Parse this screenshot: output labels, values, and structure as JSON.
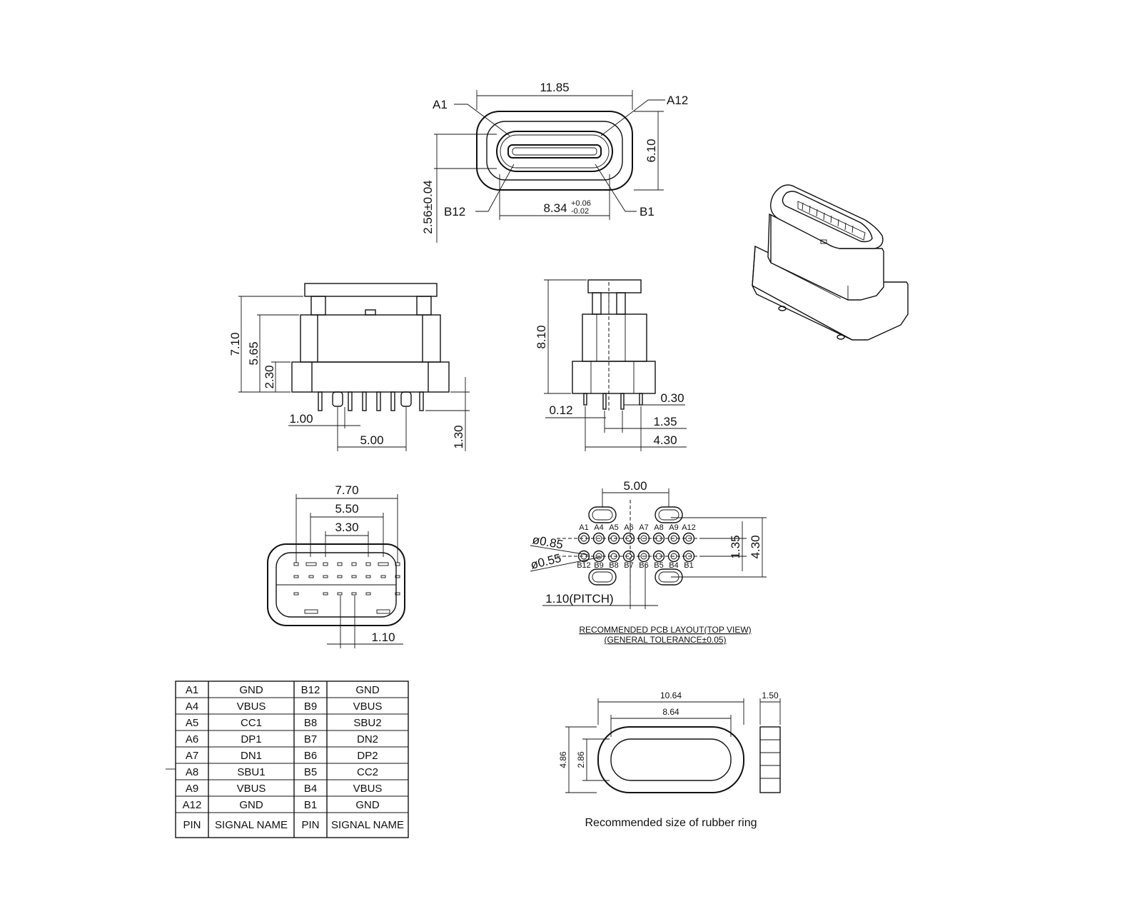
{
  "front_view": {
    "dim_width": "11.85",
    "dim_height": "6.10",
    "dim_inner_width": "8.34",
    "dim_inner_width_tol_plus": "+0.06",
    "dim_inner_width_tol_minus": "-0.02",
    "dim_inner_height": "2.56±0.04",
    "pin_a1": "A1",
    "pin_a12": "A12",
    "pin_b12": "B12",
    "pin_b1": "B1"
  },
  "side_view": {
    "dim_total_height": "7.10",
    "dim_body_height": "5.65",
    "dim_flange_height": "2.30",
    "dim_leg_length": "1.30",
    "dim_pitch": "1.00",
    "dim_span": "5.00"
  },
  "end_view": {
    "dim_height": "8.10",
    "dim_pin_width": "0.30",
    "dim_pin_gap": "0.12",
    "dim_row_spacing": "1.35",
    "dim_depth": "4.30"
  },
  "bottom_view": {
    "dim_outer": "7.70",
    "dim_middle": "5.50",
    "dim_inner": "3.30",
    "dim_pitch": "1.10"
  },
  "pcb_layout": {
    "dim_span": "5.00",
    "dim_hole_large": "ø0.85",
    "dim_hole_small": "ø0.55",
    "dim_row": "1.35",
    "dim_total": "4.30",
    "dim_pitch": "1.10(PITCH)",
    "top_labels": [
      "A1",
      "A4",
      "A5",
      "A6",
      "A7",
      "A8",
      "A9",
      "A12"
    ],
    "bottom_labels": [
      "B12",
      "B9",
      "B8",
      "B7",
      "B6",
      "B5",
      "B4",
      "B1"
    ],
    "caption_line1": "RECOMMENDED  PCB  LAYOUT(TOP  VIEW)",
    "caption_line2": "(GENERAL  TOLERANCE±0.05)"
  },
  "pin_table": {
    "rows": [
      [
        "A1",
        "GND",
        "B12",
        "GND"
      ],
      [
        "A4",
        "VBUS",
        "B9",
        "VBUS"
      ],
      [
        "A5",
        "CC1",
        "B8",
        "SBU2"
      ],
      [
        "A6",
        "DP1",
        "B7",
        "DN2"
      ],
      [
        "A7",
        "DN1",
        "B6",
        "DP2"
      ],
      [
        "A8",
        "SBU1",
        "B5",
        "CC2"
      ],
      [
        "A9",
        "VBUS",
        "B4",
        "VBUS"
      ],
      [
        "A12",
        "GND",
        "B1",
        "GND"
      ]
    ],
    "header": [
      "PIN",
      "SIGNAL  NAME",
      "PIN",
      "SIGNAL  NAME"
    ]
  },
  "rubber_ring": {
    "dim_outer_width": "10.64",
    "dim_inner_width": "8.64",
    "dim_outer_height": "4.86",
    "dim_inner_height": "2.86",
    "dim_thickness": "1.50",
    "caption": "Recommended size of rubber ring"
  }
}
